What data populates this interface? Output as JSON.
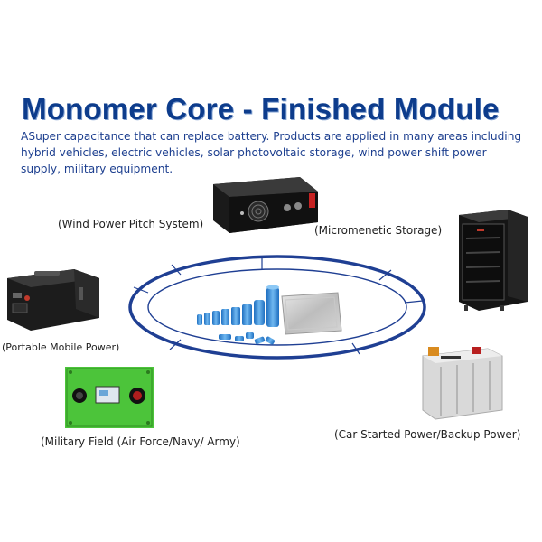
{
  "header": {
    "title": "Monomer Core - Finished Module",
    "description": "ASuper capacitance that can replace battery. Products are applied in many areas including hybrid vehicles, electric vehicles, solar photovoltaic storage, wind power shift power supply, military equipment."
  },
  "labels": {
    "wind": "(Wind Power Pitch System)",
    "micro": "(Micromenetic Storage)",
    "portable": "(Portable Mobile Power)",
    "military": "(Military Field (Air Force/Navy/ Army)",
    "car": "(Car Started Power/Backup Power)"
  },
  "colors": {
    "title": "#0d3c8c",
    "ring": "#1f3f93",
    "capacitor": "#3a8fd8",
    "military_case": "#4cc43a"
  }
}
